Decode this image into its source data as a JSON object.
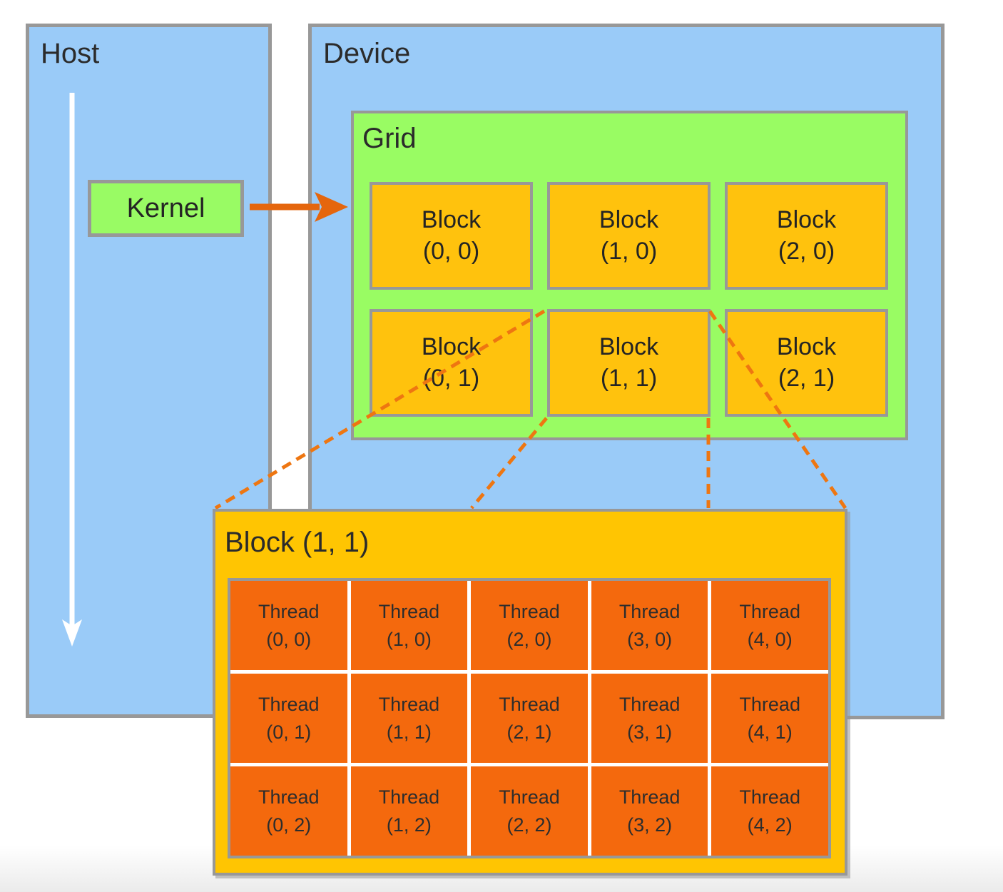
{
  "host": {
    "label": "Host"
  },
  "device": {
    "label": "Device"
  },
  "kernel": {
    "label": "Kernel"
  },
  "grid": {
    "label": "Grid",
    "blocks": [
      {
        "name": "Block",
        "coords": "(0, 0)"
      },
      {
        "name": "Block",
        "coords": "(1, 0)"
      },
      {
        "name": "Block",
        "coords": "(2, 0)"
      },
      {
        "name": "Block",
        "coords": "(0, 1)"
      },
      {
        "name": "Block",
        "coords": "(1, 1)"
      },
      {
        "name": "Block",
        "coords": "(2, 1)"
      }
    ]
  },
  "block_detail": {
    "label": "Block (1, 1)",
    "threads": [
      {
        "name": "Thread",
        "coords": "(0, 0)"
      },
      {
        "name": "Thread",
        "coords": "(1, 0)"
      },
      {
        "name": "Thread",
        "coords": "(2, 0)"
      },
      {
        "name": "Thread",
        "coords": "(3, 0)"
      },
      {
        "name": "Thread",
        "coords": "(4, 0)"
      },
      {
        "name": "Thread",
        "coords": "(0, 1)"
      },
      {
        "name": "Thread",
        "coords": "(1, 1)"
      },
      {
        "name": "Thread",
        "coords": "(2, 1)"
      },
      {
        "name": "Thread",
        "coords": "(3, 1)"
      },
      {
        "name": "Thread",
        "coords": "(4, 1)"
      },
      {
        "name": "Thread",
        "coords": "(0, 2)"
      },
      {
        "name": "Thread",
        "coords": "(1, 2)"
      },
      {
        "name": "Thread",
        "coords": "(2, 2)"
      },
      {
        "name": "Thread",
        "coords": "(3, 2)"
      },
      {
        "name": "Thread",
        "coords": "(4, 2)"
      }
    ]
  },
  "colors": {
    "panel_blue": "#9ACBF8",
    "grid_green": "#99FC63",
    "block_yellow": "#FFC20D",
    "detail_yellow": "#FFC502",
    "thread_orange": "#F4690D",
    "border_gray": "#989898",
    "arrow_orange": "#E5660D",
    "dashed_orange": "#EE7611"
  }
}
